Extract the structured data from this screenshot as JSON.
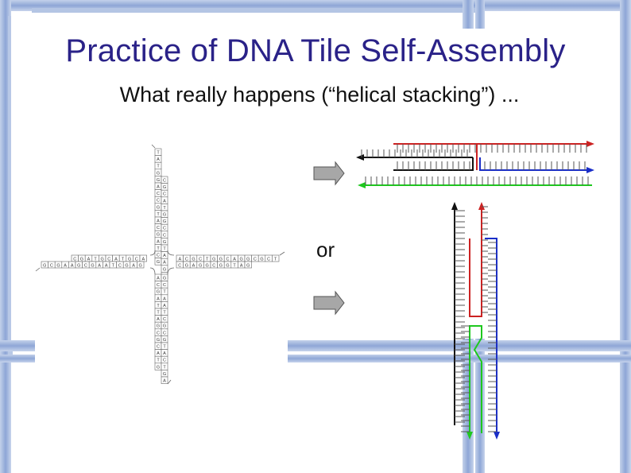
{
  "slide": {
    "title": "Practice of DNA Tile Self-Assembly",
    "subtitle": "What really happens (“helical stacking”) ...",
    "or_label": "or"
  },
  "tile": {
    "top_arm_strand_a": [
      "T",
      "A",
      "T",
      "G",
      "G",
      "A",
      "C",
      "C",
      "G",
      "T",
      "A",
      "C",
      "G",
      "A",
      "T",
      "C",
      "G"
    ],
    "top_arm_strand_b": [
      "C",
      "G",
      "C",
      "A",
      "T",
      "G",
      "G",
      "C",
      "C",
      "G",
      "T",
      "A",
      "A",
      "G",
      "C"
    ],
    "left_arm_strand_a": [
      "C",
      "G",
      "A",
      "T",
      "G",
      "C",
      "A",
      "T",
      "G",
      "C",
      "A"
    ],
    "left_arm_strand_b": [
      "G",
      "C",
      "G",
      "A",
      "A",
      "G",
      "C",
      "G",
      "A",
      "A",
      "T",
      "C",
      "G",
      "A",
      "G"
    ],
    "right_arm_strand_a": [
      "A",
      "C",
      "G",
      "C",
      "T",
      "G",
      "G",
      "C",
      "A",
      "G",
      "G",
      "C",
      "G",
      "C",
      "T"
    ],
    "right_arm_strand_b": [
      "C",
      "G",
      "A",
      "G",
      "G",
      "C",
      "G",
      "G",
      "T",
      "A",
      "G"
    ],
    "bottom_arm_strand_a": [
      "A",
      "C",
      "G",
      "A",
      "T",
      "T",
      "A",
      "G",
      "C",
      "G",
      "C",
      "A",
      "T",
      "G"
    ],
    "bottom_arm_strand_b": [
      "G",
      "C",
      "T",
      "A",
      "A",
      "T",
      "C",
      "G",
      "C",
      "G",
      "T",
      "A",
      "C",
      "T",
      "G",
      "A"
    ]
  },
  "colors": {
    "title": "#2a2288",
    "strand_red": "#cc2222",
    "strand_blue": "#1a2ec8",
    "strand_green": "#1ec81e",
    "strand_black": "#111111",
    "border_blue": "#9fb3d9"
  }
}
